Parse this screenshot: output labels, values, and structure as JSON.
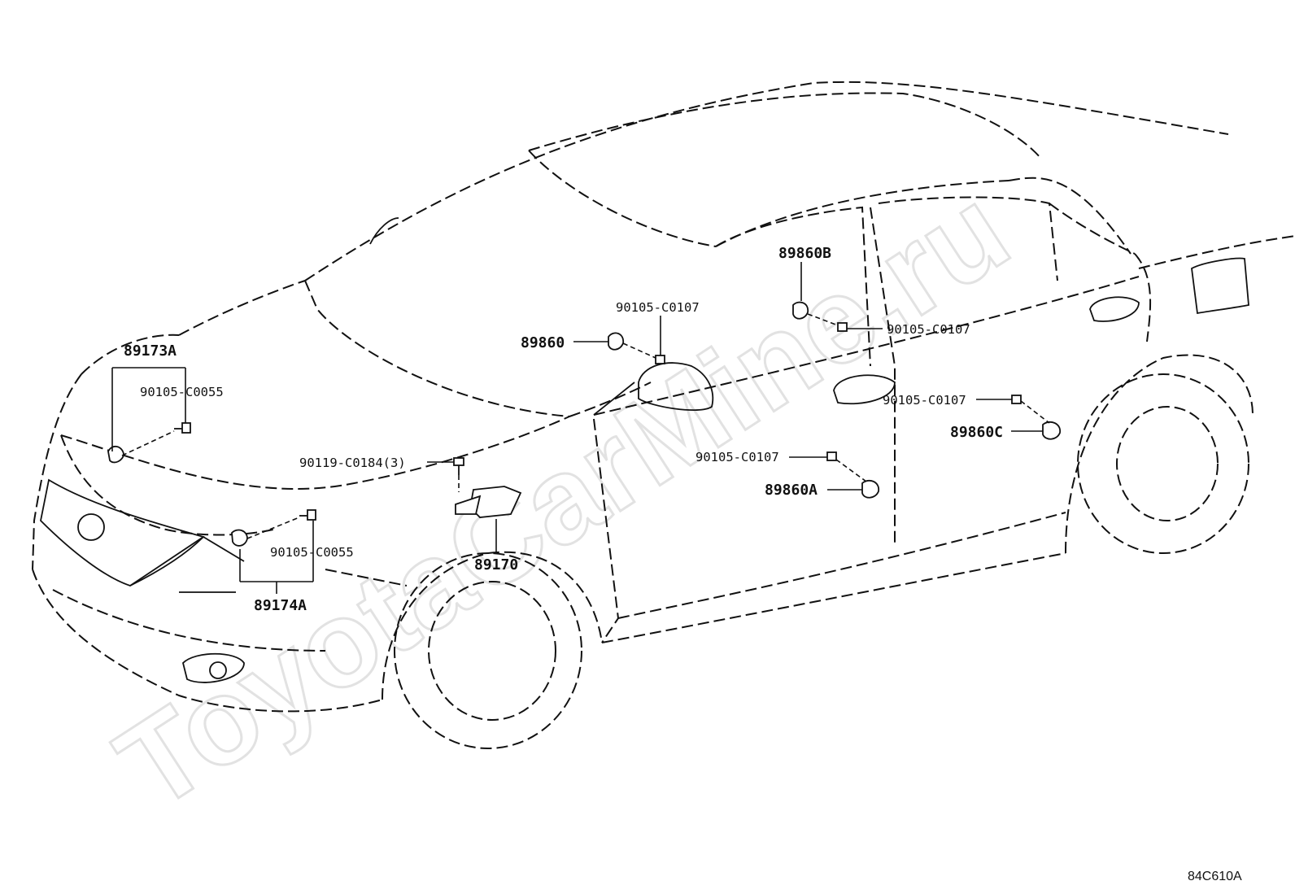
{
  "watermark": "ToyotaCarMine.ru",
  "reference_code": "84C610A",
  "labels": {
    "p89173A": "89173A",
    "p90105_c0055_top": "90105-C0055",
    "p90119_c0184": "90119-C0184(3)",
    "p90105_c0055_bottom": "90105-C0055",
    "p89174A": "89174A",
    "p89170": "89170",
    "p89860": "89860",
    "p90105_c0107_mirror": "90105-C0107",
    "p89860B": "89860B",
    "p90105_c0107_b": "90105-C0107",
    "p90105_c0107_c": "90105-C0107",
    "p89860C": "89860C",
    "p90105_c0107_a": "90105-C0107",
    "p89860A": "89860A"
  }
}
